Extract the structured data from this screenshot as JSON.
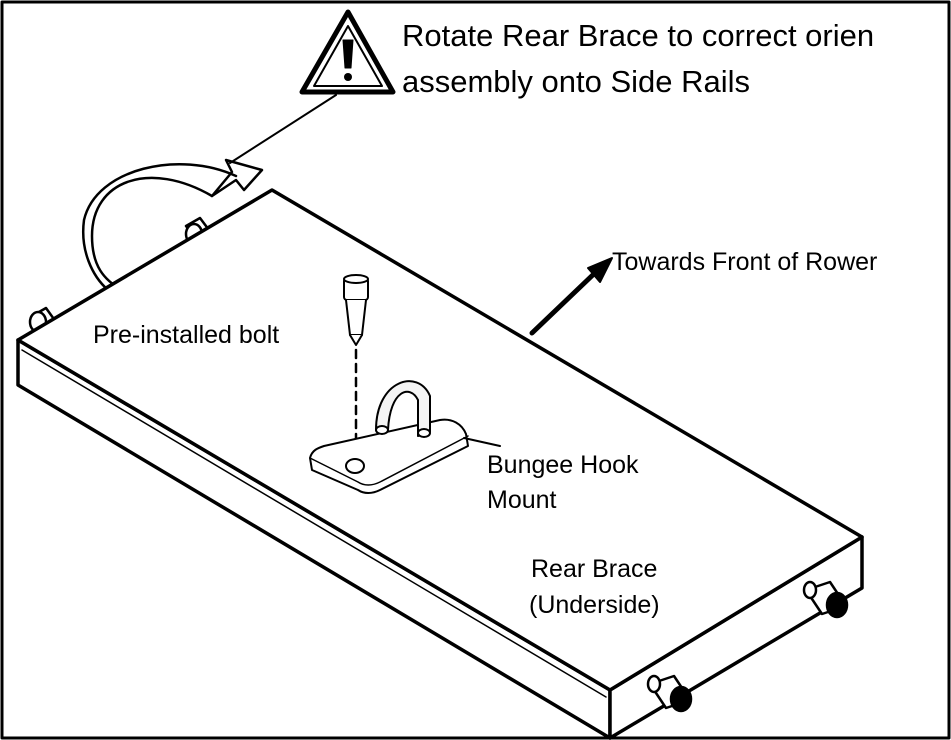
{
  "warning": {
    "icon": "warning-triangle-icon",
    "line1": "Rotate Rear Brace to correct orien",
    "line2": "assembly onto Side Rails"
  },
  "labels": {
    "front": "Towards Front of Rower",
    "bolt": "Pre-installed bolt",
    "hook_line1": "Bungee Hook",
    "hook_line2": "Mount",
    "brace_line1": "Rear Brace",
    "brace_line2": "(Underside)"
  },
  "colors": {
    "ink": "#000000",
    "paper": "#ffffff",
    "shade": "#f4f4f4"
  }
}
